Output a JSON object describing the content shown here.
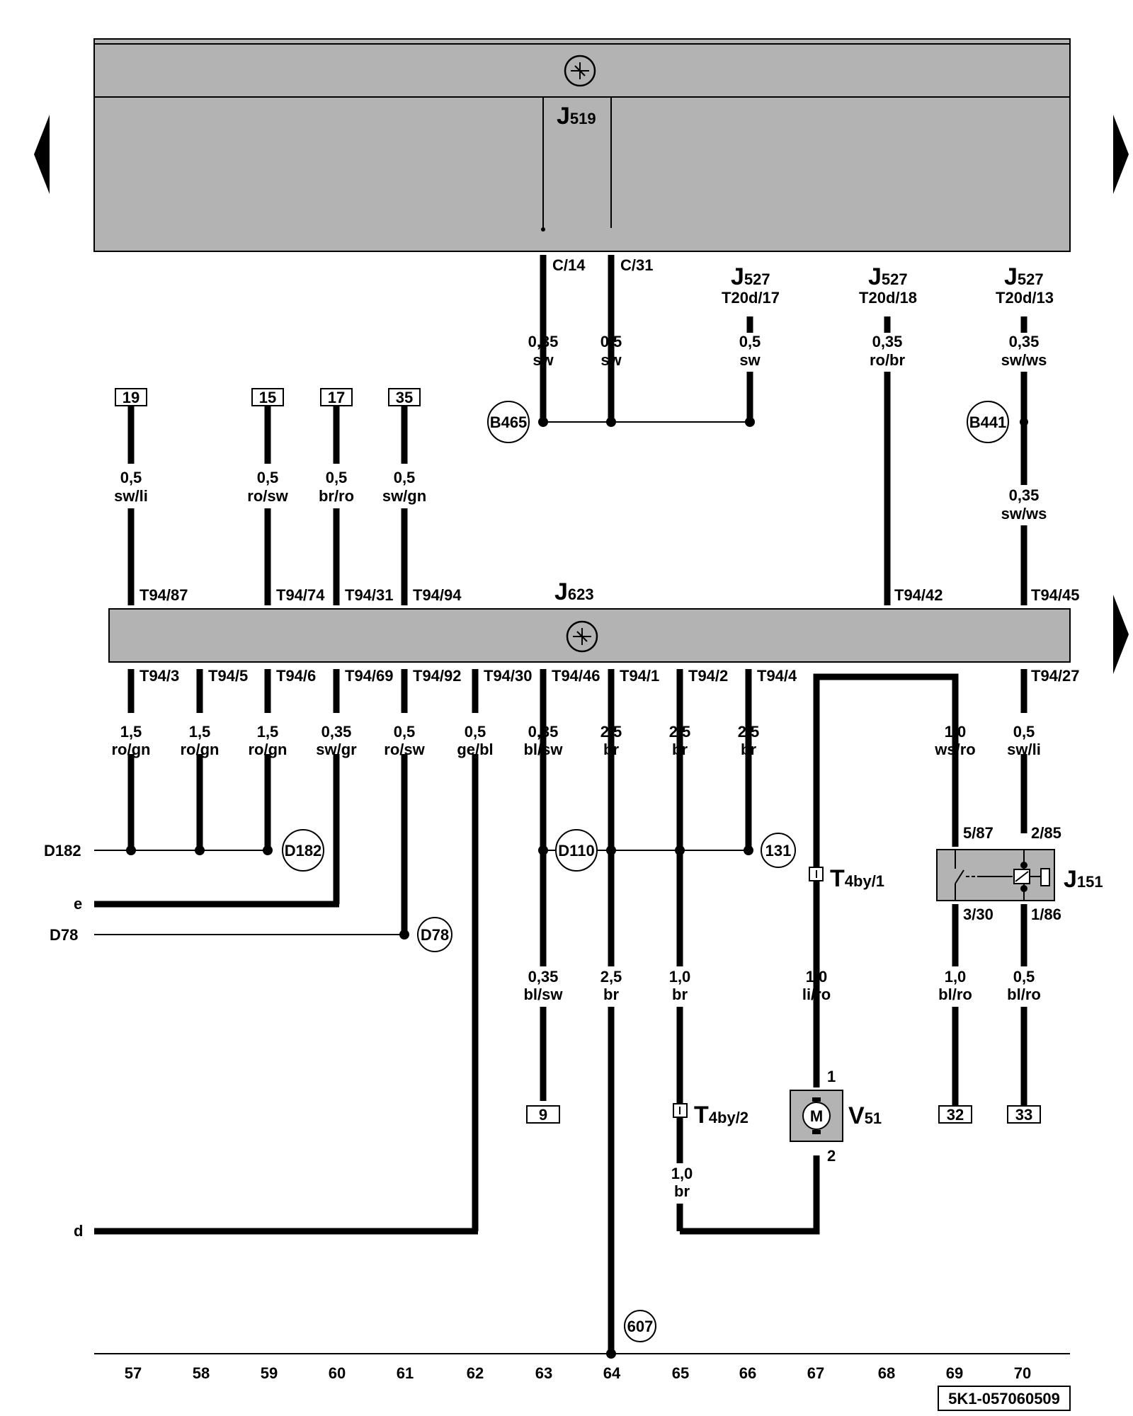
{
  "modules": {
    "j519": {
      "letter": "J",
      "sub": "519"
    },
    "j623": {
      "letter": "J",
      "sub": "623"
    },
    "j151": {
      "letter": "J",
      "sub": "151"
    },
    "v51": {
      "letter": "V",
      "sub": "51"
    },
    "motor_symbol": "M",
    "j527": {
      "letter": "J",
      "sub": "527"
    }
  },
  "j519_pins": [
    "C/14",
    "C/31"
  ],
  "j527_pins": [
    "T20d/17",
    "T20d/18",
    "T20d/13"
  ],
  "top_wires": [
    {
      "size": "0,35",
      "color": "sw"
    },
    {
      "size": "0,5",
      "color": "sw"
    },
    {
      "size": "0,5",
      "color": "sw"
    },
    {
      "size": "0,35",
      "color": "ro/br"
    },
    {
      "size": "0,35",
      "color": "sw/ws"
    },
    {
      "size": "0,35",
      "color": "sw/ws"
    }
  ],
  "left_boxes": [
    "19",
    "15",
    "17",
    "35"
  ],
  "left_wires": [
    {
      "size": "0,5",
      "color": "sw/li"
    },
    {
      "size": "0,5",
      "color": "ro/sw"
    },
    {
      "size": "0,5",
      "color": "br/ro"
    },
    {
      "size": "0,5",
      "color": "sw/gn"
    }
  ],
  "splices": [
    "B465",
    "B441",
    "D182",
    "D110",
    "131",
    "D78",
    "607"
  ],
  "j623_top_pins": [
    "T94/87",
    "T94/74",
    "T94/31",
    "T94/94",
    "T94/42",
    "T94/45"
  ],
  "j623_bottom_pins": [
    "T94/3",
    "T94/5",
    "T94/6",
    "T94/69",
    "T94/92",
    "T94/30",
    "T94/46",
    "T94/1",
    "T94/2",
    "T94/4",
    "T94/27"
  ],
  "bottom_wires": [
    {
      "size": "1,5",
      "color": "ro/gn"
    },
    {
      "size": "1,5",
      "color": "ro/gn"
    },
    {
      "size": "1,5",
      "color": "ro/gn"
    },
    {
      "size": "0,35",
      "color": "sw/gr"
    },
    {
      "size": "0,5",
      "color": "ro/sw"
    },
    {
      "size": "0,5",
      "color": "ge/bl"
    },
    {
      "size": "0,35",
      "color": "bl/sw"
    },
    {
      "size": "2,5",
      "color": "br"
    },
    {
      "size": "2,5",
      "color": "br"
    },
    {
      "size": "2,5",
      "color": "br"
    },
    {
      "size": "1,0",
      "color": "ws/ro"
    },
    {
      "size": "0,5",
      "color": "sw/li"
    }
  ],
  "lower_wires": [
    {
      "size": "0,35",
      "color": "bl/sw"
    },
    {
      "size": "2,5",
      "color": "br"
    },
    {
      "size": "1,0",
      "color": "br"
    },
    {
      "size": "1,0",
      "color": "li/ro"
    },
    {
      "size": "1,0",
      "color": "bl/ro"
    },
    {
      "size": "0,5",
      "color": "bl/ro"
    },
    {
      "size": "1,0",
      "color": "br"
    }
  ],
  "j151_pins": [
    "5/87",
    "2/85",
    "3/30",
    "1/86"
  ],
  "v51_pins": [
    "1",
    "2"
  ],
  "connectors": [
    {
      "letter": "T",
      "sub": "4by/1"
    },
    {
      "letter": "T",
      "sub": "4by/2"
    }
  ],
  "left_refs": [
    "D182",
    "e",
    "D78",
    "d"
  ],
  "bottom_boxes": [
    "9",
    "32",
    "33"
  ],
  "columns": [
    "57",
    "58",
    "59",
    "60",
    "61",
    "62",
    "63",
    "64",
    "65",
    "66",
    "67",
    "68",
    "69",
    "70"
  ],
  "doc_id": "5K1-057060509"
}
